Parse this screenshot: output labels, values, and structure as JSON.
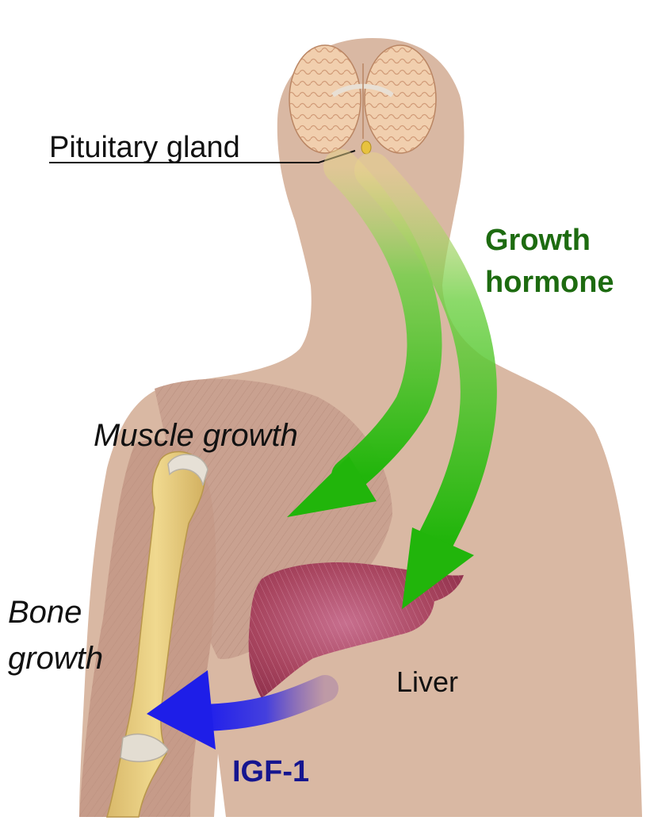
{
  "labels": {
    "pituitary": "Pituitary gland",
    "growth_hormone_line1": "Growth",
    "growth_hormone_line2": "hormone",
    "muscle_growth": "Muscle growth",
    "bone_line1": "Bone",
    "bone_line2": "growth",
    "liver": "Liver",
    "igf1": "IGF-1"
  },
  "colors": {
    "skin": "#d9b8a3",
    "brain": "#f1cfae",
    "pituitary": "#e7c23e",
    "growth_hormone_arrow": "#21b50b",
    "growth_hormone_text": "#1d6b10",
    "igf1_arrow": "#1e1ee8",
    "igf1_text": "#15158f",
    "liver": "#b04a6e",
    "muscle": "#c9a190",
    "bone": "#e8cd7e"
  }
}
